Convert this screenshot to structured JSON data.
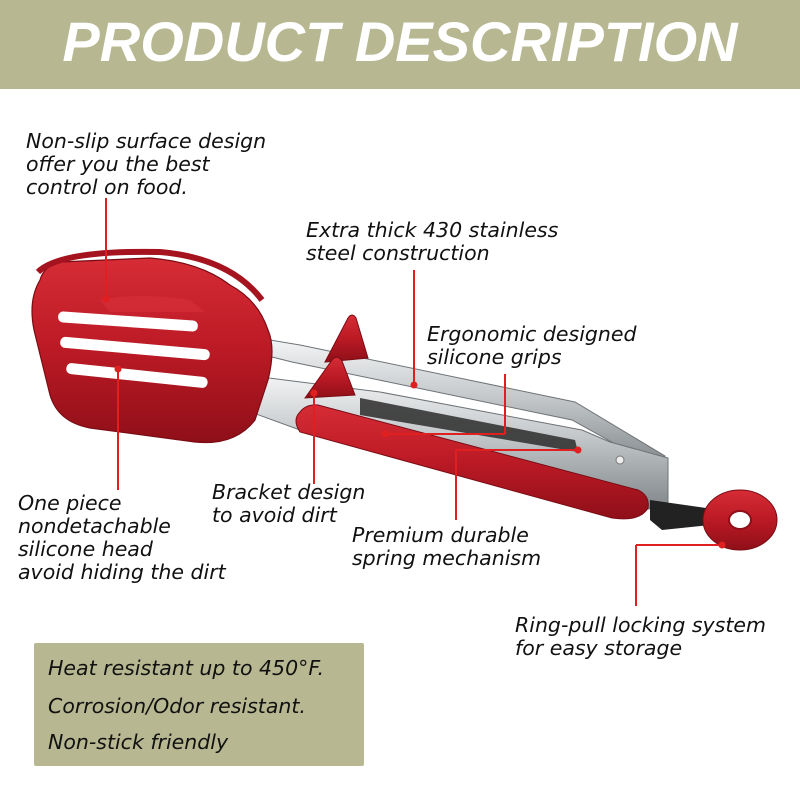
{
  "header": {
    "title": "PRODUCT DESCRIPTION"
  },
  "callouts": {
    "non_slip": [
      "Non-slip surface design",
      "offer you the best",
      "control on food."
    ],
    "stainless": [
      "Extra thick 430 stainless",
      "steel construction"
    ],
    "ergonomic": [
      "Ergonomic designed",
      "silicone grips"
    ],
    "one_piece": [
      "One piece",
      "nondetachable",
      "silicone head",
      "avoid hiding the dirt"
    ],
    "bracket": [
      "Bracket design",
      "to avoid dirt"
    ],
    "spring": [
      "Premium durable",
      "spring mechanism"
    ],
    "ring_pull": [
      "Ring-pull locking system",
      "for easy storage"
    ]
  },
  "features": {
    "heat": "Heat resistant up to 450°F.",
    "corrosion": "Corrosion/Odor resistant.",
    "non_stick": "Non-stick friendly"
  },
  "colors": {
    "banner": "#b7b891",
    "silicone_red": "#c0202b",
    "steel": "#c9ccce",
    "pointer_red": "#e02020"
  }
}
